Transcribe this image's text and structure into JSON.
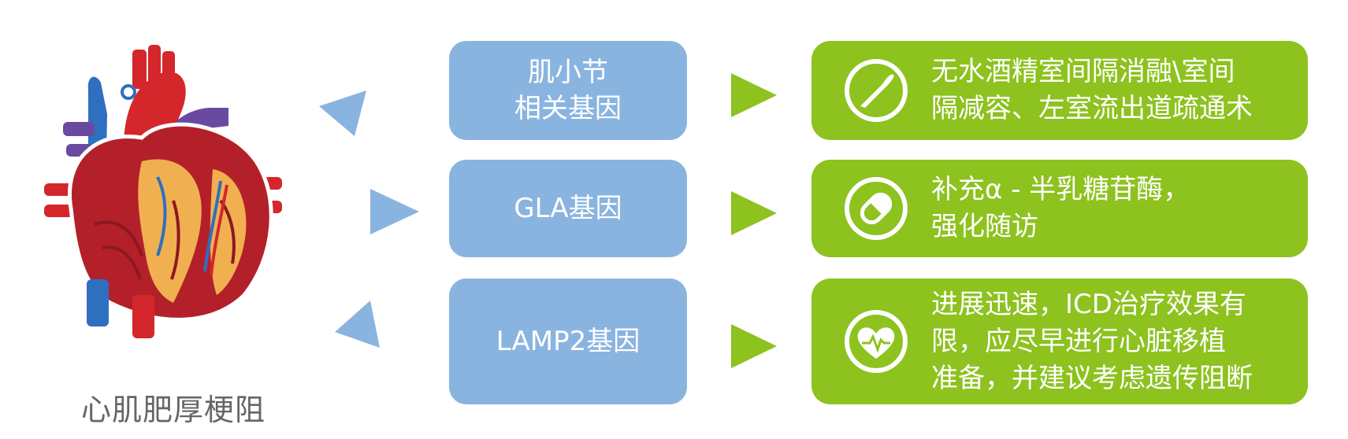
{
  "heart": {
    "label": "心肌肥厚梗阻",
    "icon": "heart-anatomy-illustration"
  },
  "rows": [
    {
      "gene_lines": [
        "肌小节",
        "相关基因"
      ],
      "treatment_lines": [
        "无水酒精室间隔消融\\室间",
        "隔减容、左室流出道疏通术"
      ],
      "icon": "scalpel-icon"
    },
    {
      "gene_lines": [
        "GLA基因"
      ],
      "treatment_lines": [
        "补充α - 半乳糖苷酶，",
        "强化随访"
      ],
      "icon": "pill-capsule-icon"
    },
    {
      "gene_lines": [
        "LAMP2基因"
      ],
      "treatment_lines": [
        "进展迅速，ICD治疗效果有",
        "限，应尽早进行心脏移植",
        "准备，并建议考虑遗传阻断"
      ],
      "icon": "heartbeat-icon"
    }
  ],
  "colors": {
    "gene_box": "#8ab4e0",
    "treatment_box": "#8dc21f",
    "blue_arrow": "#8ab4e0",
    "green_arrow": "#8dc21f",
    "label_text": "#666666"
  }
}
